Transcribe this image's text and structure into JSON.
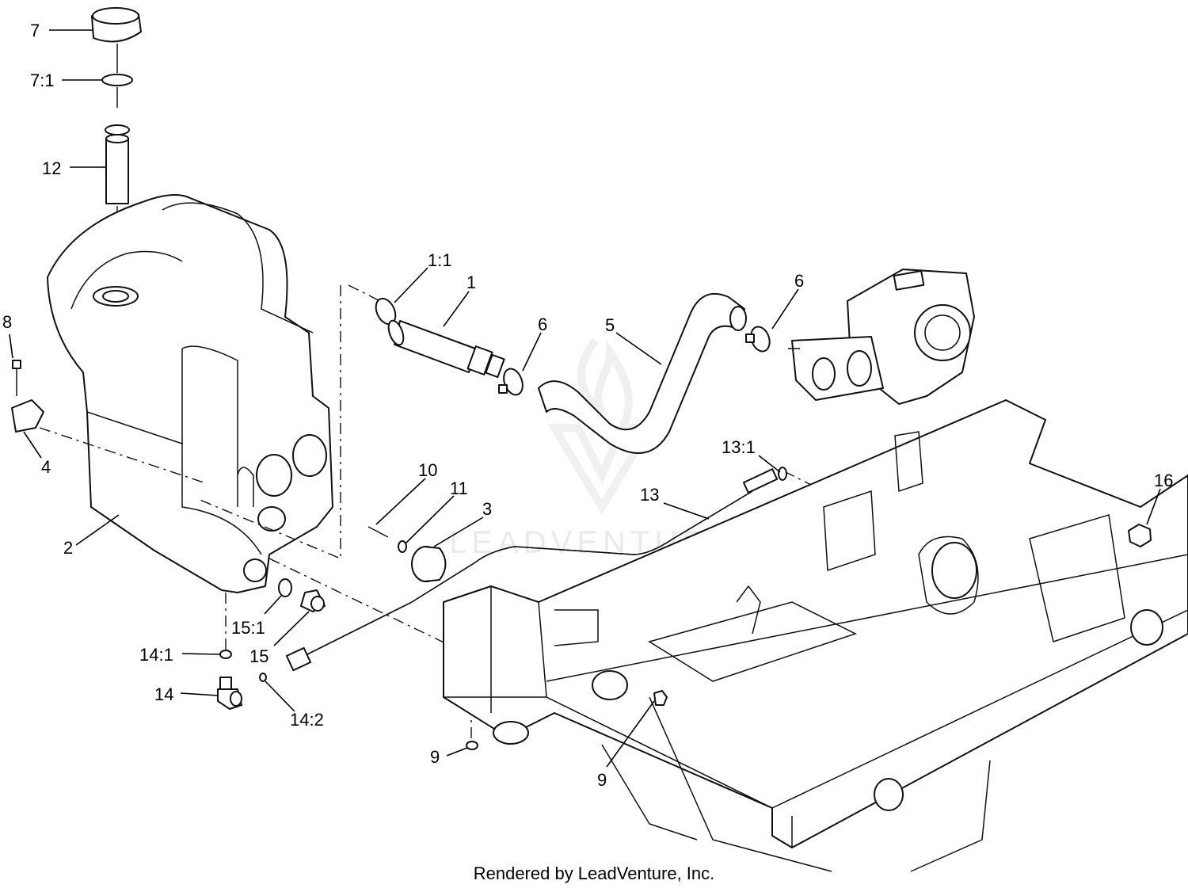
{
  "callouts": {
    "c7": "7",
    "c7_1": "7:1",
    "c12": "12",
    "c8": "8",
    "c4": "4",
    "c2": "2",
    "c1_1": "1:1",
    "c1": "1",
    "c6a": "6",
    "c5": "5",
    "c6b": "6",
    "c13_1": "13:1",
    "c13": "13",
    "c10": "10",
    "c11": "11",
    "c3": "3",
    "c16": "16",
    "c15_1": "15:1",
    "c15": "15",
    "c14_1": "14:1",
    "c14": "14",
    "c14_2": "14:2",
    "c9a": "9",
    "c9b": "9"
  },
  "watermark": "LEADVENTURE",
  "footer": "Rendered by LeadVenture, Inc."
}
